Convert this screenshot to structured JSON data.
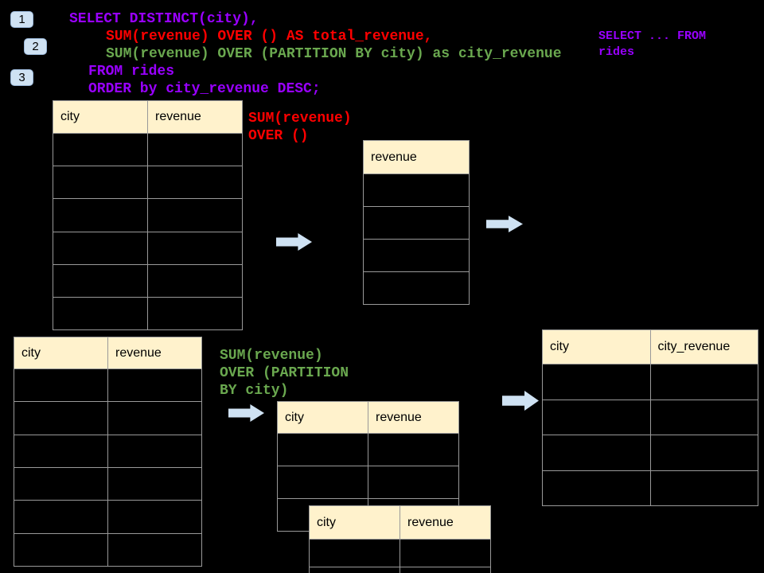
{
  "badges": [
    "1",
    "2",
    "3"
  ],
  "code": {
    "lines": [
      "SELECT DISTINCT(city),",
      "SUM(revenue) OVER () AS total_revenue,",
      "SUM(revenue) OVER (PARTITION BY city) as city_revenue",
      "FROM rides",
      "ORDER by city_revenue DESC;"
    ]
  },
  "side_note": {
    "lines": [
      "SELECT ... FROM",
      "rides"
    ]
  },
  "annotations": {
    "total_window": {
      "lines": [
        "SUM(revenue)",
        "OVER ()"
      ]
    },
    "partition_window": {
      "lines": [
        "SUM(revenue)",
        "OVER (PARTITION",
        "BY city)"
      ]
    }
  },
  "tables": {
    "source_top": {
      "columns": [
        "city",
        "revenue"
      ],
      "empty_rows": 6
    },
    "total_revenue": {
      "columns": [
        "revenue"
      ],
      "empty_rows": 4
    },
    "source_bottom": {
      "columns": [
        "city",
        "revenue"
      ],
      "empty_rows": 6
    },
    "partition_front": {
      "columns": [
        "city",
        "revenue"
      ],
      "empty_rows": 3
    },
    "partition_back": {
      "columns": [
        "city",
        "revenue"
      ],
      "empty_rows": 2
    },
    "result": {
      "columns": [
        "city",
        "city_revenue"
      ],
      "empty_rows": 4
    }
  },
  "colors": {
    "background": "#000000",
    "keyword_purple": "#9900ff",
    "total_red": "#ff0000",
    "partition_green": "#6aa84f",
    "arrow_blue": "#cfe2f3",
    "badge_blue": "#cfe2f3",
    "table_header_bg": "#fff2cc",
    "table_border": "#999999"
  }
}
